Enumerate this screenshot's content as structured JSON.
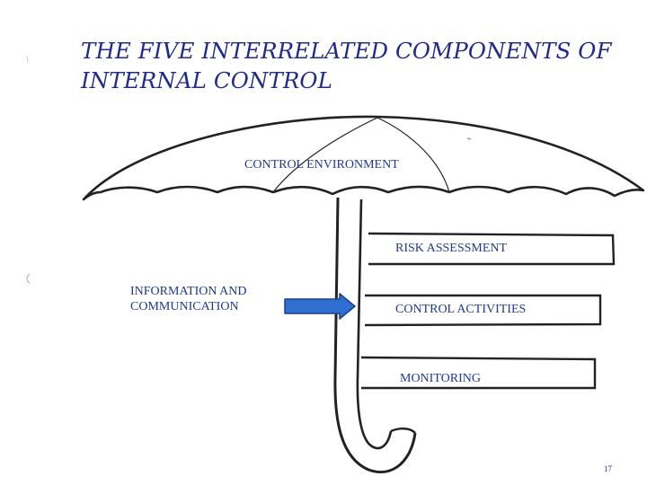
{
  "title": {
    "line1": "THE FIVE INTERRELATED COMPONENTS OF",
    "line2": "INTERNAL CONTROL"
  },
  "diagram": {
    "umbrella_label": "CONTROL ENVIRONMENT",
    "components": [
      "RISK ASSESSMENT",
      "CONTROL ACTIVITIES",
      "MONITORING"
    ],
    "side_label": {
      "line1": "INFORMATION AND",
      "line2": "COMMUNICATION"
    }
  },
  "page_number": "17",
  "colors": {
    "title": "#1f2a8c",
    "label": "#1f3a93",
    "arrow_fill": "#2f6fd0",
    "arrow_stroke": "#1c3f8a",
    "ink": "#222222"
  }
}
